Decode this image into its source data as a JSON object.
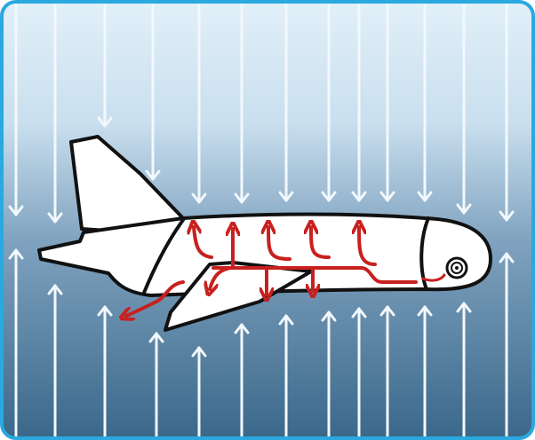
{
  "diagram": {
    "subject": "airplane-cabin-pressure",
    "colors": {
      "frame_border": "#29a9e0",
      "sky_top": "#e2f0f9",
      "sky_bottom": "#3a6789",
      "fuselage_fill": "#ffffff",
      "outline": "#111111",
      "external_arrows": "#f2f8fc",
      "internal_airflow": "#c8201e"
    },
    "external_pressure": {
      "direction_top": "downward",
      "direction_bottom": "upward",
      "down_arrow_count": 14,
      "up_arrow_count": 14
    },
    "internal_airflow": {
      "source": "engine-intake",
      "outlet": "rear-outflow-valve",
      "vertical_arrow_count": 6
    }
  }
}
